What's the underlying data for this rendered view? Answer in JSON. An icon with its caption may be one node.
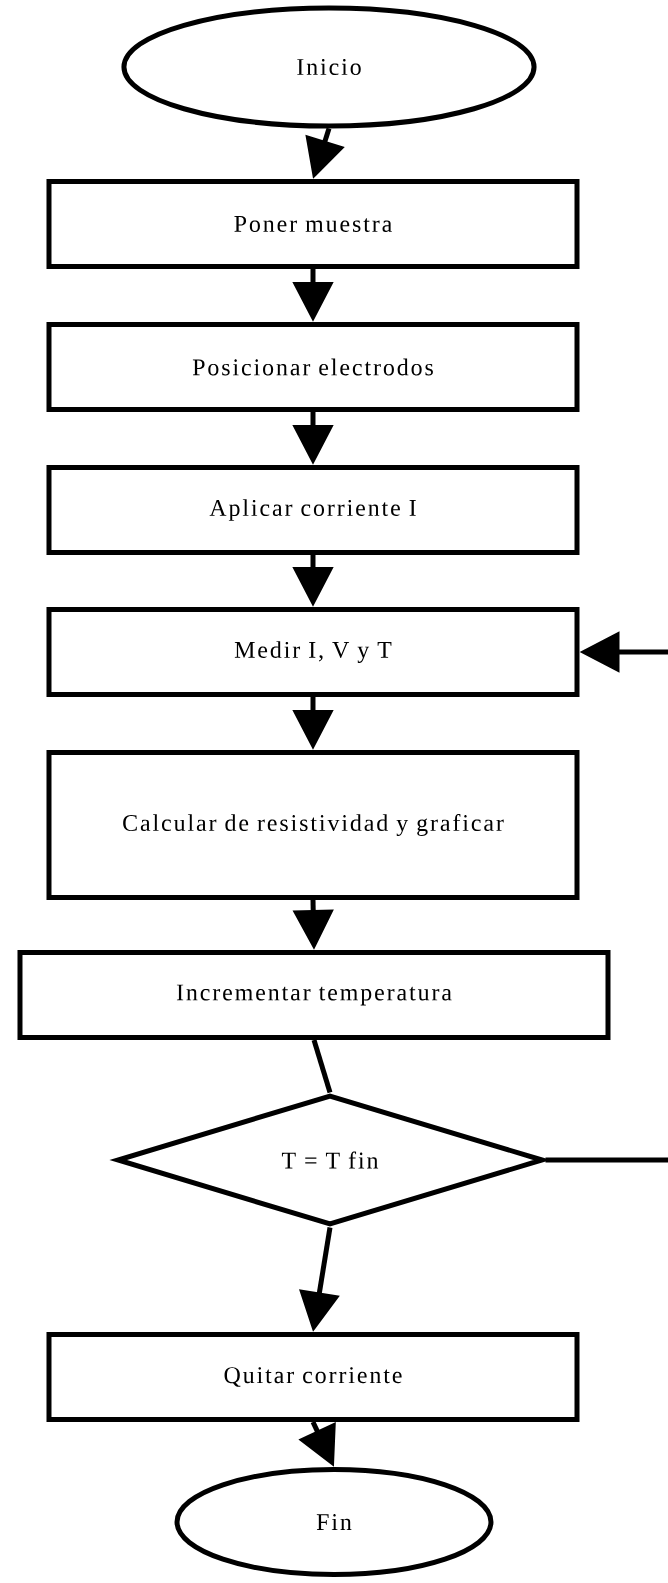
{
  "diagram": {
    "nodes": [
      {
        "text": [
          "Inicio"
        ]
      },
      {
        "text": [
          "Poner muestra"
        ]
      },
      {
        "text": [
          "Posicionar electrodos"
        ]
      },
      {
        "text": [
          "Aplicar corriente I"
        ]
      },
      {
        "text": [
          "Medir I, V y T"
        ]
      },
      {
        "text": [
          "Calcular de resistividad y graficar"
        ]
      },
      {
        "text": [
          "Incrementar temperatura"
        ]
      },
      {
        "text": [
          "T = T fin"
        ]
      },
      {
        "text": [
          "Quitar corriente"
        ]
      },
      {
        "text": [
          "Fin"
        ]
      }
    ],
    "edges": [
      {
        "from": 0,
        "to": 1,
        "arrow": "to"
      },
      {
        "from": 1,
        "to": 2,
        "arrow": "to"
      },
      {
        "from": 2,
        "to": 3,
        "arrow": "to"
      },
      {
        "from": 3,
        "to": 4,
        "arrow": "to"
      },
      {
        "from": 4,
        "to": 5,
        "arrow": "to"
      },
      {
        "from": 5,
        "to": 6,
        "arrow": "to"
      },
      {
        "from": 6,
        "to": 7,
        "arrow": "none"
      },
      {
        "from": 7,
        "to": 8,
        "arrow": "to"
      },
      {
        "from": 8,
        "to": 9,
        "arrow": "to"
      },
      {
        "from": 7,
        "to": null,
        "arrow": "none"
      },
      {
        "from": null,
        "to": 4,
        "arrow": "to"
      }
    ]
  }
}
